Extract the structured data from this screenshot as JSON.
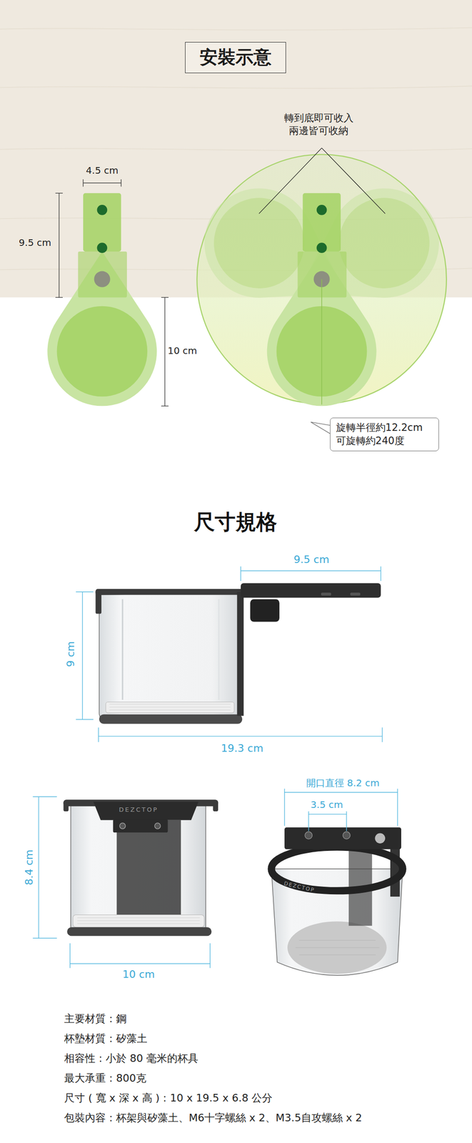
{
  "diagram": {
    "nodes": [
      {
        "text": [
          "安裝示意"
        ]
      },
      {
        "text": [
          "旋轉半徑約12.2cm 可旋轉約240度"
        ]
      }
    ],
    "labels": [
      "轉到底即可收入 兩邊皆可收納",
      "4.5 cm",
      "9.5 cm",
      "10 cm",
      "尺寸規格",
      "9.5 cm",
      "9 cm",
      "19.3 cm",
      "DEZCTOP",
      "8.4 cm",
      "10 cm",
      "開口直徑 8.2 cm",
      "3.5 cm",
      "DEZCTOP",
      "主要材質：鋼",
      "杯墊材質：矽藻土",
      "相容性：小於 80 毫米的杯具",
      "最大承重：800克",
      "尺寸 ( 寬 x 深 x 高 )：10 x 19.5 x 6.8 公分",
      "包裝內容：杯架與矽藻土、M6十字螺絲 x 2、M3.5自攻螺絲 x 2"
    ]
  }
}
